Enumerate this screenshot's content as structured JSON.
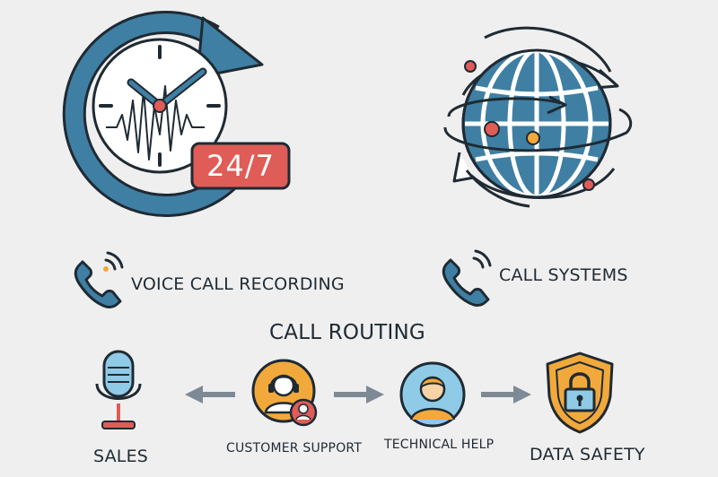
{
  "badge": {
    "text": "24/7"
  },
  "labels": {
    "voice_call_recording": "VOICE CALL RECORDING",
    "call_systems": "CALL SYSTEMS",
    "call_routing": "CALL ROUTING",
    "sales": "SALES",
    "customer_support": "CUSTOMER SUPPORT",
    "technical_help": "TECHNICAL HELP",
    "data_safety": "DATA SAFETY"
  },
  "colors": {
    "blue": "#3f7fa3",
    "dark": "#1f2a33",
    "red": "#df5c57",
    "orange": "#f2a93b",
    "light_blue": "#8fcbe6",
    "gray_arrow": "#7d8a95"
  },
  "icons": [
    "clock-24-7-icon",
    "globe-icon",
    "phone-ringing-icon",
    "microphone-icon",
    "headset-agent-icon",
    "technician-avatar-icon",
    "shield-lock-icon",
    "arrow-left-icon",
    "arrow-right-icon"
  ]
}
